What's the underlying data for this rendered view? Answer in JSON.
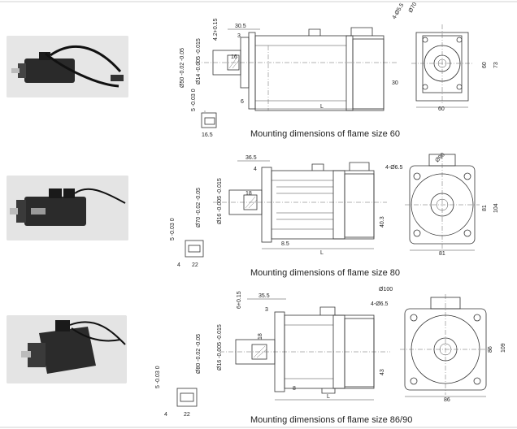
{
  "sections": [
    {
      "caption": "Mounting dimensions of flame size 60",
      "side_dims": {
        "top1": "4.2+0.15",
        "top2": "30.5",
        "top3": "3",
        "key": "16",
        "shaft_dia": "Ø14 -0.005 -0.015",
        "flange_dia": "Ø50 -0.02 -0.05",
        "center_h": "30",
        "flange_t": "6",
        "length": "L",
        "key_tol": "5 -0.03 0",
        "key_w": "16.5"
      },
      "front_dims": {
        "pcd": "Ø70",
        "holes": "4-Ø5.5",
        "height_a": "73",
        "height_b": "60",
        "width": "60"
      }
    },
    {
      "caption": "Mounting dimensions of flame size 80",
      "side_dims": {
        "top2": "36.5",
        "top3": "4",
        "key": "18",
        "shaft_dia": "Ø16 -0.005 -0.015",
        "flange_dia": "Ø70 -0.02 -0.05",
        "center_h": "40.3",
        "flange_t": "8.5",
        "length": "L",
        "key_tol": "5 -0.03 0",
        "key_w": "22",
        "key_s": "4"
      },
      "front_dims": {
        "pcd": "Ø90",
        "holes": "4-Ø6.5",
        "height_a": "104",
        "height_b": "81",
        "width": "81"
      }
    },
    {
      "caption": "Mounting dimensions of flame size 86/90",
      "side_dims": {
        "top1": "6+0.15",
        "top2": "35.5",
        "top3": "3",
        "key": "18",
        "shaft_dia": "Ø16 -0.005 -0.015",
        "flange_dia": "Ø80 -0.02 -0.05",
        "center_h": "43",
        "flange_t": "8",
        "length": "L",
        "key_tol": "5 -0.03 0",
        "key_w": "22",
        "key_s": "4"
      },
      "front_dims": {
        "pcd": "Ø100",
        "holes": "4-Ø6.5",
        "height_a": "109",
        "height_b": "86",
        "width": "86"
      }
    }
  ]
}
